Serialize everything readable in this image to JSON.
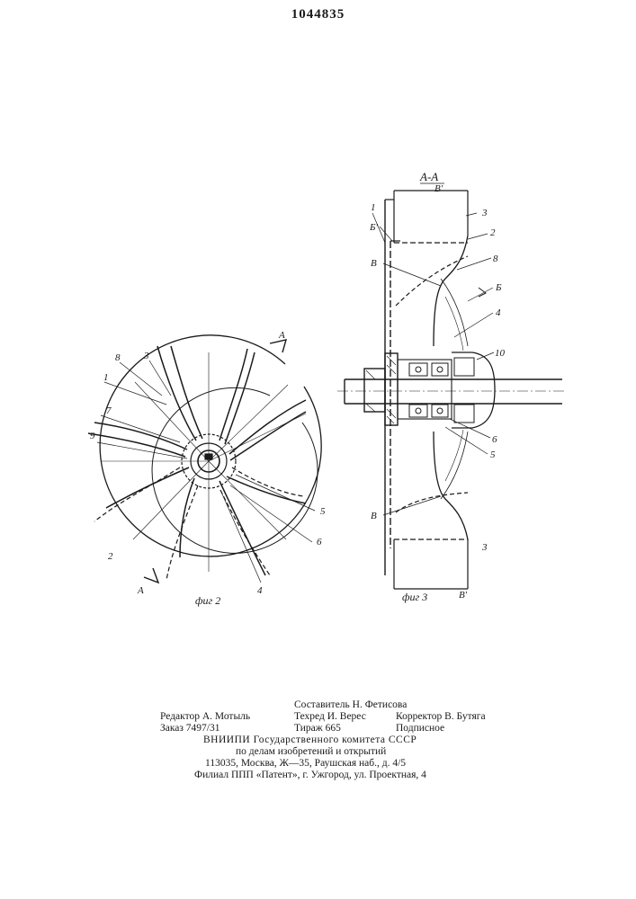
{
  "header": {
    "patent_number": "1044835"
  },
  "figure2": {
    "caption": "фиг 2",
    "section_mark": "A",
    "labels": {
      "l1": "1",
      "l2": "2",
      "l3": "3",
      "l4": "4",
      "l5": "5",
      "l6": "6",
      "l7": "7",
      "l8": "8",
      "l9": "9"
    }
  },
  "figure3": {
    "caption": "фиг 3",
    "section_title": "А-А",
    "labels": {
      "b_prime_top": "В'",
      "one": "1",
      "three_top": "3",
      "b_prime_left": "Б'",
      "two": "2",
      "v_upper": "В",
      "eight": "8",
      "b_right": "Б",
      "four": "4",
      "ten": "10",
      "six": "6",
      "five": "5",
      "v_lower": "В",
      "three_bottom": "3",
      "b_prime_bottom": "В'"
    }
  },
  "footer": {
    "compiler": "Составитель Н. Фетисова",
    "editor": "Редактор А. Мотыль",
    "techred": "Техред И. Верес",
    "corrector": "Корректор В. Бутяга",
    "order": "Заказ 7497/31",
    "circulation": "Тираж 665",
    "subscription": "Подписное",
    "org_line1": "ВНИИПИ Государственного комитета СССР",
    "org_line2": "по делам изобретений и открытий",
    "address": "113035, Москва, Ж—35, Раушская наб., д. 4/5",
    "branch": "Филиал ППП «Патент», г. Ужгород, ул. Проектная, 4"
  }
}
